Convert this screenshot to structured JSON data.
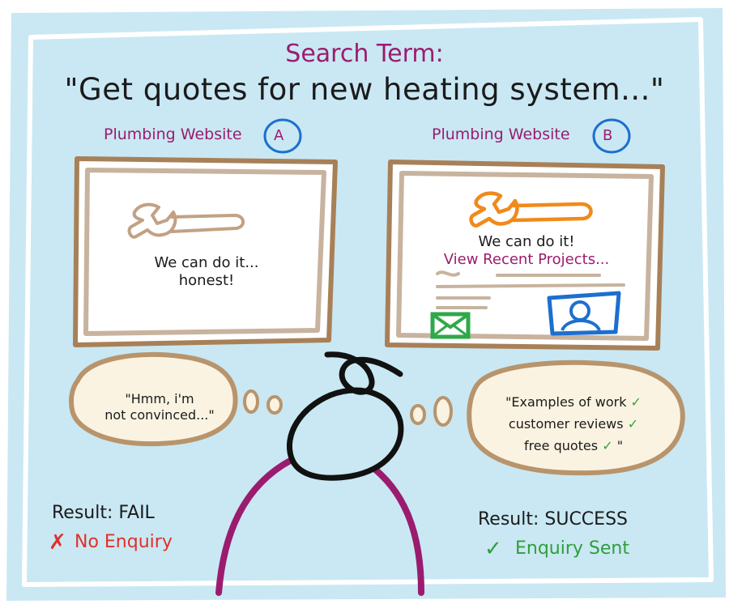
{
  "colors": {
    "sky": "#c9e8f3",
    "frame_brown": "#a88058",
    "screen_inner": "#c7b39e",
    "accent_purple": "#9b1c6e",
    "circle_blue": "#1d6fcf",
    "wrench_orange": "#f08a1c",
    "fail_red": "#e0302a",
    "success_green": "#2f9e3a",
    "bubble_fill": "#fbf3e2",
    "bubble_stroke": "#b8946c",
    "person_body": "#9b1c6e"
  },
  "heading": "Search Term:",
  "query": "\"Get quotes for new heating system...\"",
  "site_a": {
    "label": "Plumbing Website",
    "letter": "A",
    "icon": "wrench-icon",
    "tagline_line1": "We can do it...",
    "tagline_line2": "honest!"
  },
  "site_b": {
    "label": "Plumbing Website",
    "letter": "B",
    "icon": "wrench-icon",
    "tagline": "We can do it!",
    "link": "View Recent Projects...",
    "icons": [
      "email-icon",
      "customer-photo-icon"
    ]
  },
  "thought_a": {
    "line1": "\"Hmm, i'm",
    "line2": "not convinced...\""
  },
  "thought_b": {
    "line1": "\"Examples of work",
    "line2": "customer reviews",
    "line3": "free quotes",
    "close": "\"",
    "check": "✓"
  },
  "result_a": {
    "label": "Result: FAIL",
    "mark": "✗",
    "outcome": "No Enquiry"
  },
  "result_b": {
    "label": "Result: SUCCESS",
    "mark": "✓",
    "outcome": "Enquiry Sent"
  }
}
